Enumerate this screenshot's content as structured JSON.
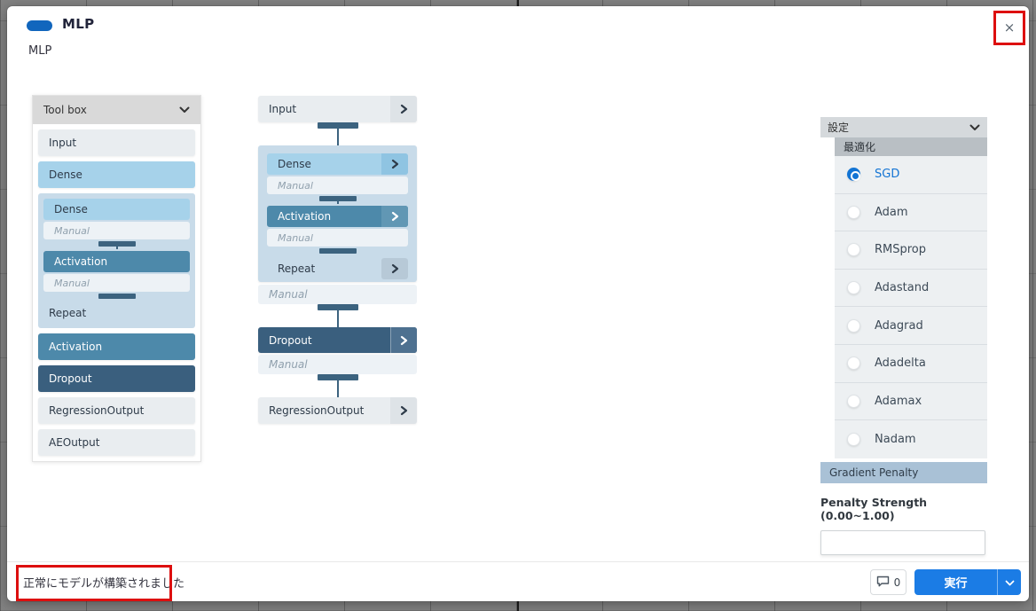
{
  "colors": {
    "accent_blue": "#1166bd",
    "run_button_blue": "#1b7ce5",
    "annotation_red": "#dd0f0f",
    "node_light_blue": "#a6d2ea",
    "node_mid_blue": "#4d89aa",
    "node_dark_blue": "#3a5f7e",
    "group_blue": "#c8dbe9",
    "connector_dark": "#3c637f",
    "selected_radio_blue": "#1374d4"
  },
  "window": {
    "title": "MLP",
    "subtitle": "MLP",
    "close_glyph": "×"
  },
  "toolbox": {
    "header": "Tool box",
    "items": [
      {
        "label": "Input",
        "style": "plain"
      },
      {
        "label": "Dense",
        "style": "light-blue"
      },
      {
        "style": "group",
        "children": [
          {
            "label": "Dense",
            "style": "light-blue"
          },
          {
            "label": "Manual",
            "style": "manual"
          },
          {
            "label": "Activation",
            "style": "mid-blue"
          },
          {
            "label": "Manual",
            "style": "manual"
          },
          {
            "label": "Repeat",
            "style": "repeat"
          }
        ]
      },
      {
        "label": "Activation",
        "style": "mid-blue"
      },
      {
        "label": "Dropout",
        "style": "dark-blue"
      },
      {
        "label": "RegressionOutput",
        "style": "plain"
      },
      {
        "label": "AEOutput",
        "style": "plain"
      }
    ]
  },
  "pipeline": {
    "nodes": [
      {
        "label": "Input",
        "style": "plain",
        "has_chevron": true
      },
      {
        "style": "group",
        "children": [
          {
            "label": "Dense",
            "style": "light-blue",
            "has_chevron": true
          },
          {
            "label": "Manual",
            "style": "manual"
          },
          {
            "label": "Activation",
            "style": "mid-blue",
            "has_chevron": true
          },
          {
            "label": "Manual",
            "style": "manual"
          },
          {
            "label": "Repeat",
            "style": "repeat",
            "has_chevron": true
          }
        ]
      },
      {
        "label": "Manual",
        "style": "manual"
      },
      {
        "label": "Dropout",
        "style": "dark-blue",
        "has_chevron": true
      },
      {
        "label": "Manual",
        "style": "manual"
      },
      {
        "label": "RegressionOutput",
        "style": "plain",
        "has_chevron": true
      }
    ]
  },
  "settings": {
    "header": "設定",
    "optimizer_section": "最適化",
    "optimizers": [
      {
        "label": "SGD",
        "selected": true
      },
      {
        "label": "Adam",
        "selected": false
      },
      {
        "label": "RMSprop",
        "selected": false
      },
      {
        "label": "Adastand",
        "selected": false
      },
      {
        "label": "Adagrad",
        "selected": false
      },
      {
        "label": "Adadelta",
        "selected": false
      },
      {
        "label": "Adamax",
        "selected": false
      },
      {
        "label": "Nadam",
        "selected": false
      }
    ],
    "gradient_penalty_header": "Gradient Penalty",
    "penalty_strength_label": "Penalty Strength (0.00~1.00)",
    "penalty_strength_value": ""
  },
  "footer": {
    "status_message": "正常にモデルが構築されました",
    "comment_count": "0",
    "run_label": "実行"
  }
}
